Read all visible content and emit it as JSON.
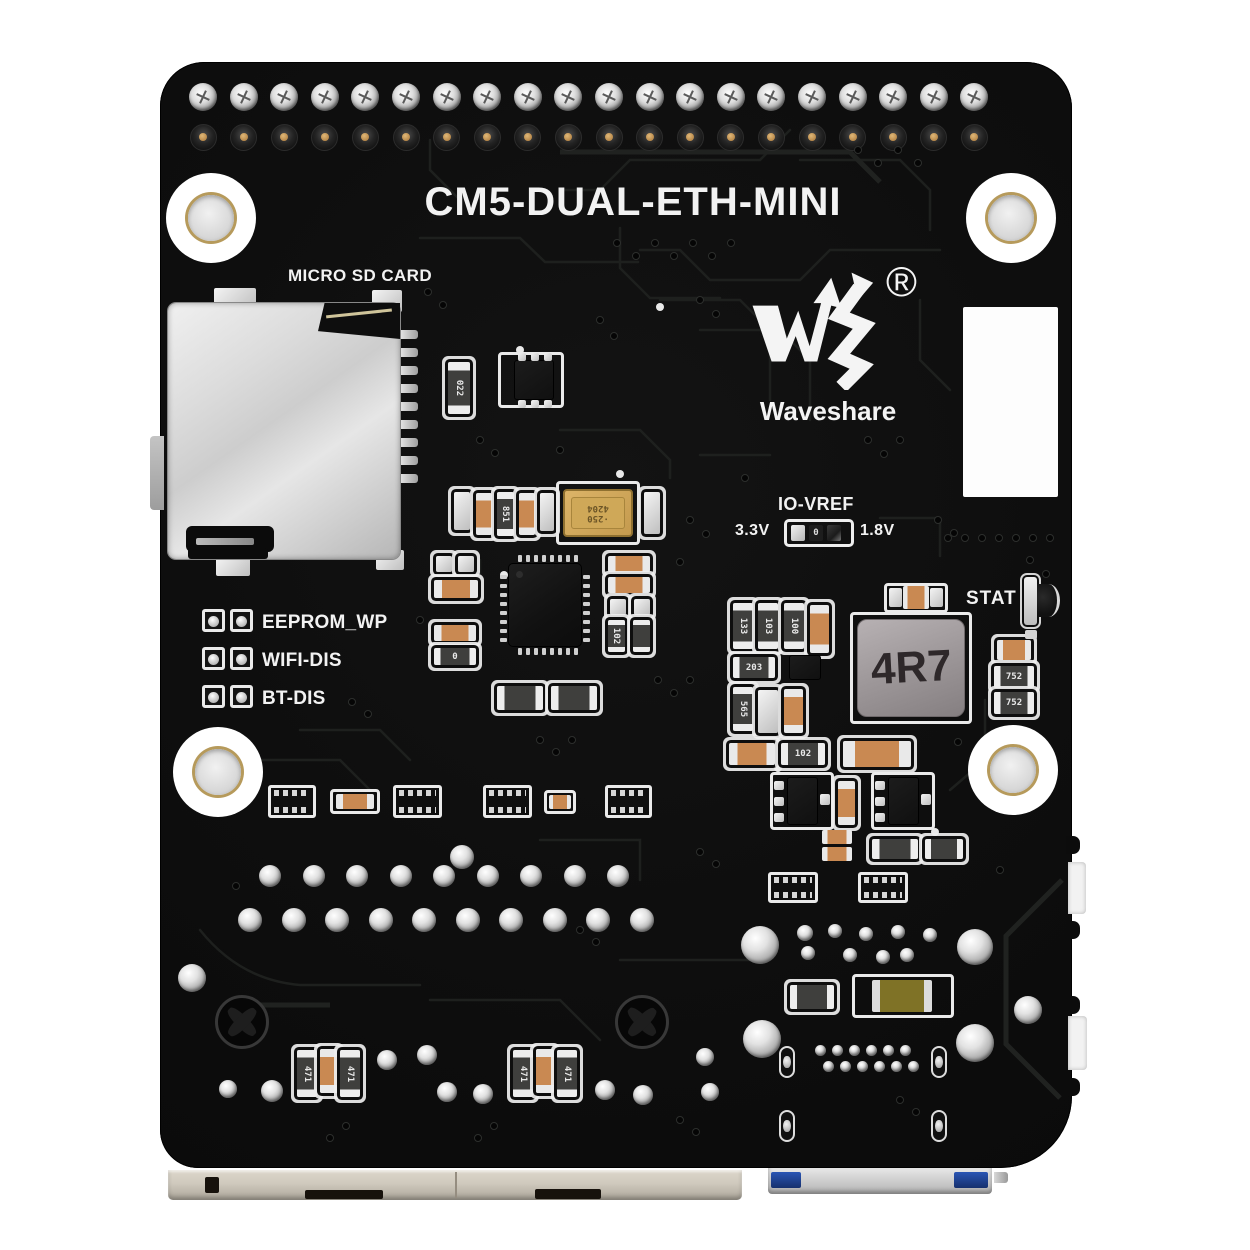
{
  "board_title": "CM5-DUAL-ETH-MINI",
  "brand": {
    "name": "Waveshare",
    "registered": "®"
  },
  "silkscreen": {
    "micro_sd": "MICRO SD CARD",
    "io_vref": "IO-VREF",
    "v33": "3.3V",
    "v18": "1.8V",
    "stat": "STAT",
    "jumpers": [
      {
        "label": "EEPROM_WP"
      },
      {
        "label": "WIFI-DIS"
      },
      {
        "label": "BT-DIS"
      }
    ]
  },
  "component_labels": {
    "inductor": "4R7",
    "crystal_top": "·250",
    "crystal_bottom": "4204",
    "r022": "022",
    "r851": "851",
    "r0": "0",
    "r102": "102",
    "r102b": "102",
    "r133": "133",
    "r103": "103",
    "r100": "100",
    "r203": "203",
    "r565": "565",
    "r752": "752",
    "r752b": "752",
    "r471": "471",
    "r471b": "471",
    "r471c": "471",
    "r471d": "471"
  },
  "colors": {
    "background": "#ffffff",
    "board": "#0e0e0e",
    "silkscreen": "#f2f2f2",
    "solder": "#c9c9c9",
    "gold": "#b9894a",
    "capacitor_tan": "#c98952",
    "capacitor_olive": "#7f7226",
    "inductor_body": "#a19b9d",
    "crystal_gold": "#c9a157",
    "usb_blue": "#1e3f8c"
  }
}
